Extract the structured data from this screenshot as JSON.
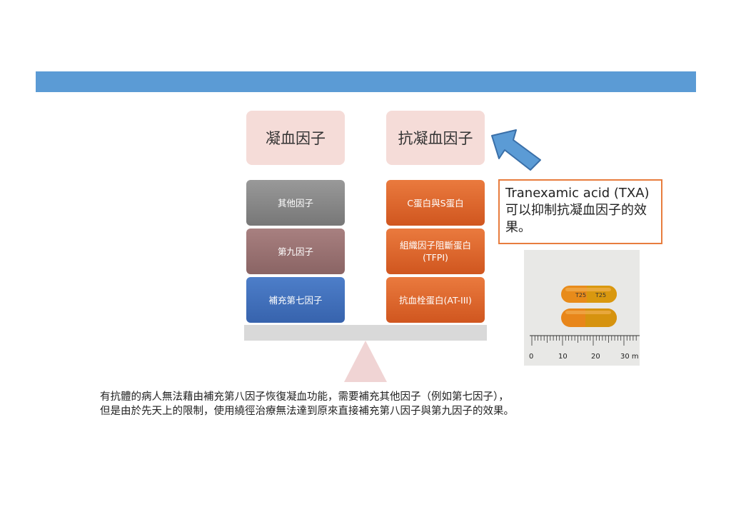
{
  "headers": {
    "left": "凝血因子",
    "right": "抗凝血因子"
  },
  "left_stack": [
    {
      "label": "其他因子"
    },
    {
      "label": "第九因子"
    },
    {
      "label": "補充第七因子"
    }
  ],
  "right_stack": [
    {
      "label": "C蛋白與S蛋白"
    },
    {
      "label": "組織因子阻斷蛋白(TFPI)"
    },
    {
      "label": "抗血栓蛋白(AT-III)"
    }
  ],
  "note": "Tranexamic acid (TXA)可以抑制抗凝血因子的效果。",
  "photo": {
    "capsule_print": "T25",
    "ruler_labels": [
      "0",
      "10",
      "20",
      "30 m"
    ]
  },
  "caption": {
    "line1": "有抗體的病人無法藉由補充第八因子恢復凝血功能，需要補充其他因子（例如第七因子），",
    "line2": "但是由於先天上的限制，使用繞徑治療無法達到原來直接補充第八因子與第九因子的效果。"
  },
  "colors": {
    "top_bar": "#5b9bd5",
    "header_bg": "#f5dcd8",
    "arrow": "#5b9bd5",
    "note_border": "#e87d3e",
    "fulcrum": "#f0d4d4"
  }
}
